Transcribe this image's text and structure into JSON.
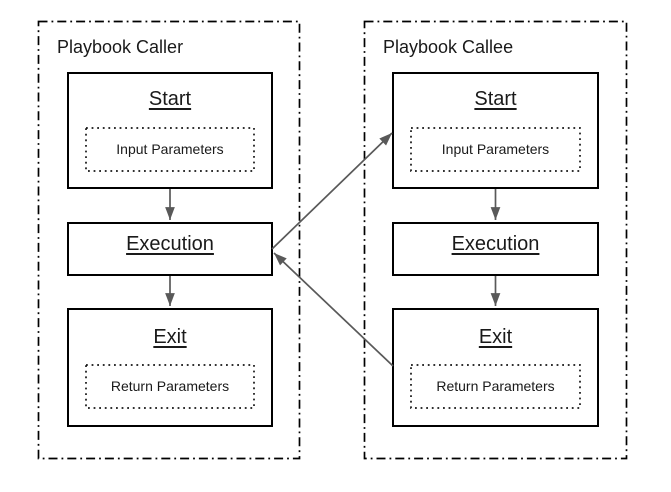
{
  "diagram": {
    "caller": {
      "title": "Playbook Caller",
      "start_label": "Start",
      "input_params_label": "Input Parameters",
      "execution_label": "Execution",
      "exit_label": "Exit",
      "return_params_label": "Return Parameters"
    },
    "callee": {
      "title": "Playbook Callee",
      "start_label": "Start",
      "input_params_label": "Input Parameters",
      "execution_label": "Execution",
      "exit_label": "Exit",
      "return_params_label": "Return Parameters"
    },
    "colors": {
      "box_border": "#000000",
      "box_fill": "#ffffff",
      "arrow": "#595959",
      "text": "#1a1a1a",
      "background": "#ffffff"
    }
  }
}
